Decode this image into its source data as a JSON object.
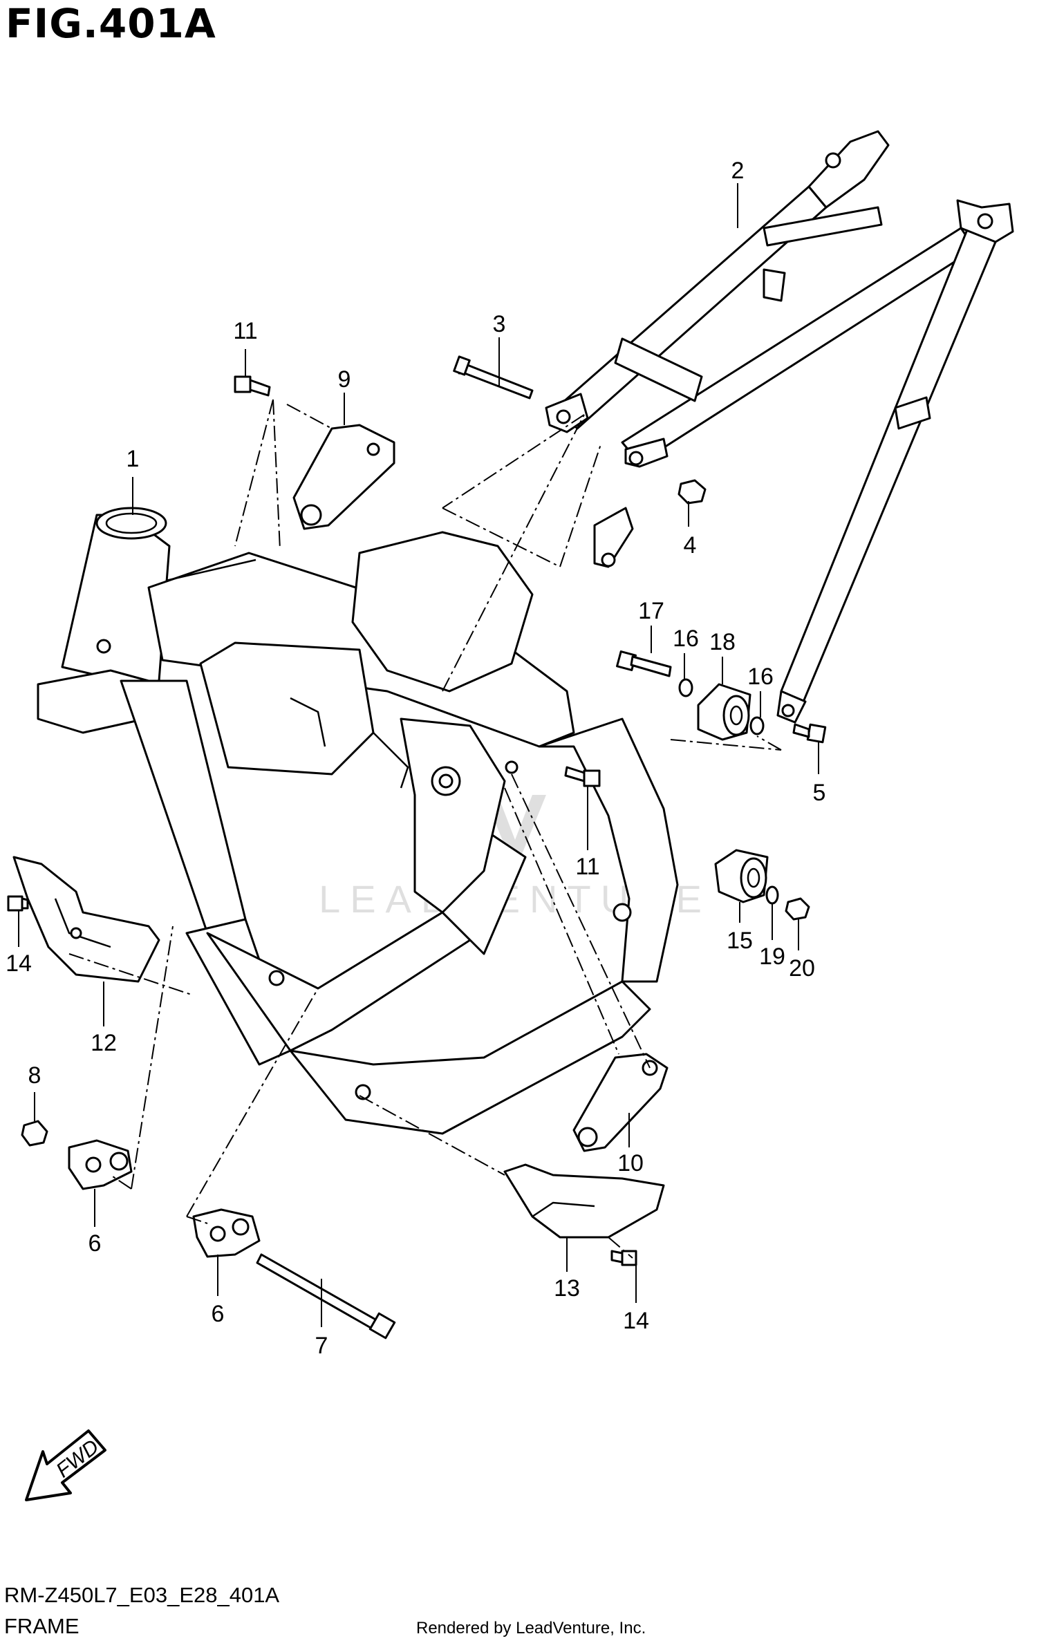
{
  "figure": {
    "title": "FIG.401A",
    "code": "RM-Z450L7_E03_E28_401A",
    "caption": "FRAME",
    "credit": "Rendered by LeadVenture, Inc.",
    "watermark": "LEADVENTURE",
    "direction_label": "FWD"
  },
  "callouts": [
    "1",
    "2",
    "3",
    "4",
    "5",
    "6",
    "6",
    "7",
    "8",
    "9",
    "10",
    "11",
    "11",
    "12",
    "13",
    "14",
    "14",
    "15",
    "16",
    "16",
    "17",
    "18",
    "19",
    "20"
  ]
}
